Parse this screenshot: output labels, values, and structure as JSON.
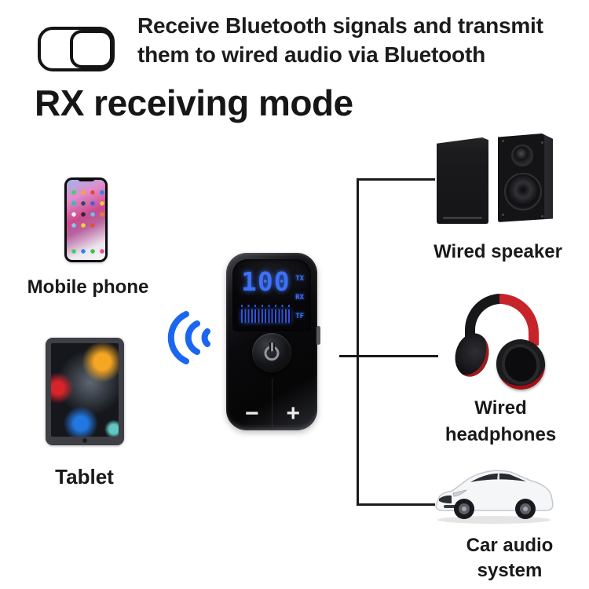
{
  "header": {
    "line1": "Receive Bluetooth signals and transmit",
    "line2": "them to wired audio via Bluetooth"
  },
  "title": "RX receiving mode",
  "sources": {
    "mobile_phone_label": "Mobile phone",
    "tablet_label": "Tablet"
  },
  "device": {
    "display_value": "100",
    "indicator_tx": "TX",
    "indicator_rx": "RX",
    "indicator_tf": "TF",
    "volume_down_label": "−",
    "volume_up_label": "+"
  },
  "outputs": {
    "speaker_label": "Wired speaker",
    "headphones_label_line1": "Wired",
    "headphones_label_line2": "headphones",
    "car_label_line1": "Car audio",
    "car_label_line2": "system"
  },
  "icons": {
    "toggle": "rx-tx-mode-toggle-icon",
    "signal": "bluetooth-signal-waves-icon",
    "power": "power-icon"
  },
  "colors": {
    "lcd_blue": "#3d71f6",
    "signal_blue": "#1b66f0",
    "text": "#1a1a1a",
    "headphone_red": "#c6242a",
    "background": "#ffffff"
  }
}
